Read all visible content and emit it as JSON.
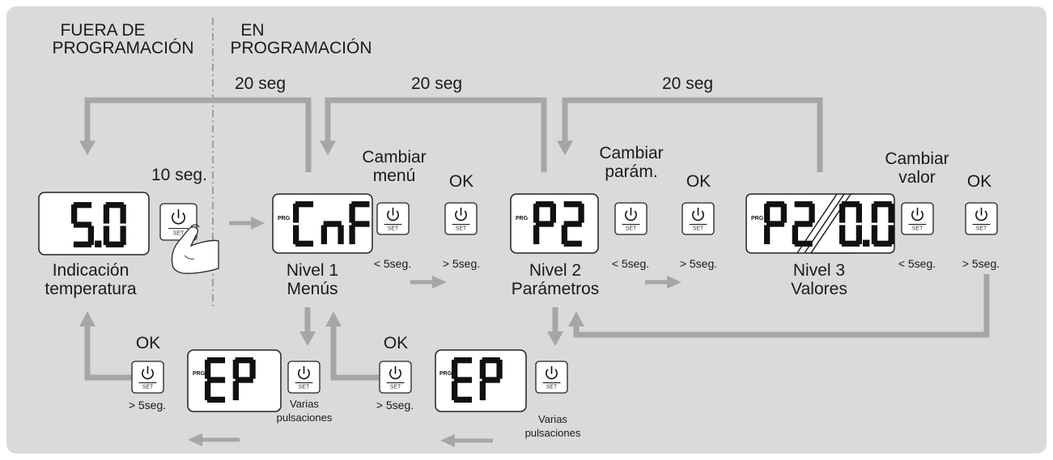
{
  "header": {
    "outside_programming": [
      "FUERA DE",
      "PROGRAMACIÓN"
    ],
    "in_programming": [
      "EN",
      "PROGRAMACIÓN"
    ]
  },
  "timeouts": {
    "t1": "20 seg",
    "t2": "20 seg",
    "t3": "20 seg"
  },
  "displays": {
    "temperature": {
      "text": "5.0",
      "prg": false
    },
    "level1": {
      "text": "CnF",
      "prg": true,
      "prg_label": "PRG"
    },
    "level2": {
      "text": "P2",
      "prg": true,
      "prg_label": "PRG"
    },
    "level3": {
      "param": "P2",
      "value": "0.0",
      "prg": true,
      "prg_label": "PRG"
    },
    "exit1": {
      "text": "EP",
      "prg": true,
      "prg_label": "PRG"
    },
    "exit2": {
      "text": "EP",
      "prg": true,
      "prg_label": "PRG"
    }
  },
  "button": {
    "set_label": "SET",
    "icon": "power-icon"
  },
  "labels": {
    "ten_sec": "10 seg.",
    "temperature": [
      "Indicación",
      "temperatura"
    ],
    "level1": [
      "Nivel 1",
      "Menús"
    ],
    "level2": [
      "Nivel 2",
      "Parámetros"
    ],
    "level3": [
      "Nivel 3",
      "Valores"
    ],
    "change_menu": [
      "Cambiar",
      "menú"
    ],
    "change_param": [
      "Cambiar",
      "parám."
    ],
    "change_value": [
      "Cambiar",
      "valor"
    ],
    "ok": "OK",
    "less_5": "< 5seg.",
    "more_5": "> 5seg.",
    "multiple_presses": [
      "Varias",
      "pulsaciones"
    ]
  },
  "colors": {
    "panel": "#dadada",
    "arrow": "#a6a6a6",
    "display_bg": "#ffffff",
    "segments": "#111111"
  }
}
